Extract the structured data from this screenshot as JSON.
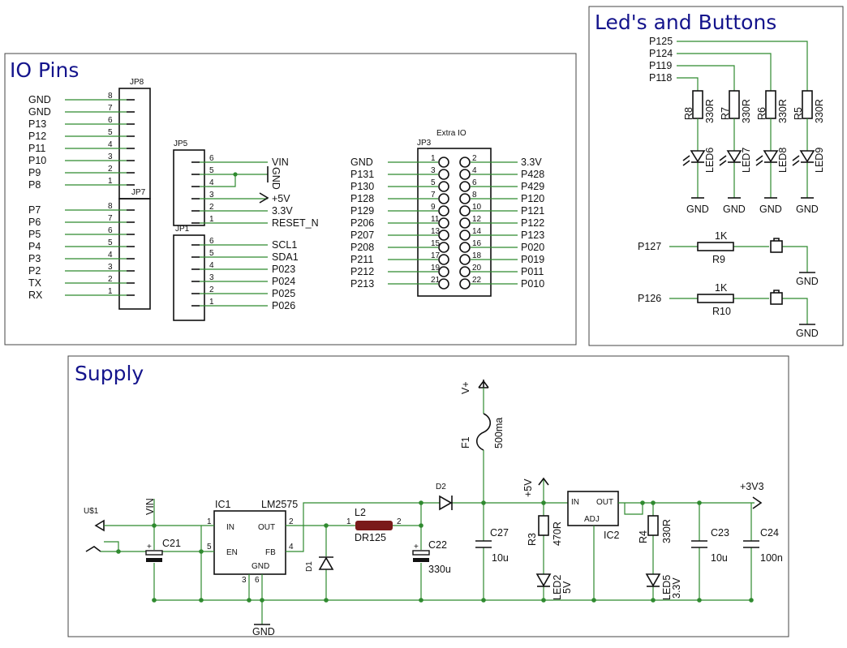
{
  "sections": {
    "io_pins": "IO Pins",
    "leds_buttons": "Led's and Buttons",
    "supply": "Supply"
  },
  "jp8": {
    "ref": "JP8",
    "pins": [
      "8",
      "7",
      "6",
      "5",
      "4",
      "3",
      "2",
      "1"
    ],
    "signals": [
      "GND",
      "GND",
      "P13",
      "P12",
      "P11",
      "P10",
      "P9",
      "P8"
    ]
  },
  "jp7": {
    "ref": "JP7",
    "pins": [
      "8",
      "7",
      "6",
      "5",
      "4",
      "3",
      "2",
      "1"
    ],
    "signals": [
      "P7",
      "P6",
      "P5",
      "P4",
      "P3",
      "P2",
      "TX",
      "RX"
    ]
  },
  "jp5": {
    "ref": "JP5",
    "pins": [
      "6",
      "5",
      "4",
      "3",
      "2",
      "1"
    ],
    "signals": [
      "VIN",
      "",
      "",
      "+5V",
      "3.3V",
      "RESET_N"
    ],
    "gnd": "GND"
  },
  "jp1": {
    "ref": "JP1",
    "pins": [
      "6",
      "5",
      "4",
      "3",
      "2",
      "1"
    ],
    "signals": [
      "SCL1",
      "SDA1",
      "P023",
      "P024",
      "P025",
      "P026"
    ]
  },
  "jp3": {
    "ref": "JP3",
    "label": "Extra IO",
    "left_pins": [
      "1",
      "3",
      "5",
      "7",
      "9",
      "11",
      "13",
      "15",
      "17",
      "19",
      "21"
    ],
    "right_pins": [
      "2",
      "4",
      "6",
      "8",
      "10",
      "12",
      "14",
      "16",
      "18",
      "20",
      "22"
    ],
    "left_signals": [
      "GND",
      "P131",
      "P130",
      "P128",
      "P129",
      "P206",
      "P207",
      "P208",
      "P211",
      "P212",
      "P213"
    ],
    "right_signals": [
      "3.3V",
      "P428",
      "P429",
      "P120",
      "P121",
      "P122",
      "P123",
      "P020",
      "P019",
      "P011",
      "P010"
    ]
  },
  "leds": {
    "nets": [
      "P125",
      "P124",
      "P119",
      "P118"
    ],
    "resistors": [
      {
        "ref": "R8",
        "value": "330R"
      },
      {
        "ref": "R7",
        "value": "330R"
      },
      {
        "ref": "R6",
        "value": "330R"
      },
      {
        "ref": "R5",
        "value": "330R"
      }
    ],
    "led_refs": [
      "LED6",
      "LED7",
      "LED8",
      "LED9"
    ],
    "gnd": "GND"
  },
  "buttons": [
    {
      "net": "P127",
      "res_ref": "R9",
      "res_value": "1K",
      "gnd": "GND"
    },
    {
      "net": "P126",
      "res_ref": "R10",
      "res_value": "1K",
      "gnd": "GND"
    }
  ],
  "supply": {
    "vplus": "V+",
    "fuse": {
      "ref": "F1",
      "value": "500ma"
    },
    "usb": "U$1",
    "vin": "VIN",
    "ic1": {
      "ref": "IC1",
      "part": "LM2575",
      "in": "IN",
      "out": "OUT",
      "en": "EN",
      "fb": "FB",
      "gnd": "GND",
      "pin_in": "1",
      "pin_out": "2",
      "pin_en": "5",
      "pin_fb": "4",
      "pin_g1": "3",
      "pin_g2": "6"
    },
    "c21": "C21",
    "d1": "D1",
    "d2": "D2",
    "l2": {
      "ref": "L2",
      "value": "DR125",
      "pin1": "1",
      "pin2": "2"
    },
    "c22": {
      "ref": "C22",
      "value": "330u"
    },
    "c27": {
      "ref": "C27",
      "value": "10u"
    },
    "plus5v": "+5V",
    "r3": {
      "ref": "R3",
      "value": "470R"
    },
    "led2": {
      "ref": "LED2",
      "value": "5V"
    },
    "ic2": {
      "ref": "IC2",
      "in": "IN",
      "out": "OUT",
      "adj": "ADJ"
    },
    "r4": {
      "ref": "R4",
      "value": "330R"
    },
    "led5": {
      "ref": "LED5",
      "value": "3.3V"
    },
    "c23": {
      "ref": "C23",
      "value": "10u"
    },
    "c24": {
      "ref": "C24",
      "value": "100n"
    },
    "plus3v3": "+3V3",
    "gnd": "GND"
  },
  "colors": {
    "wire": "#2f8a2f",
    "title": "#14148c",
    "part": "#111111",
    "inductor": "#7a1a1a"
  }
}
